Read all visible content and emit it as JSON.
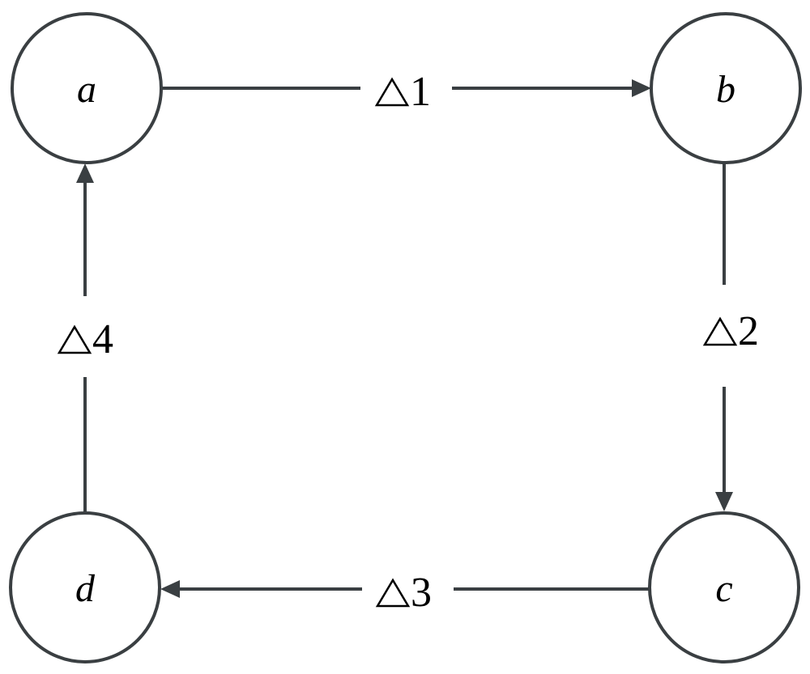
{
  "nodes": {
    "a": {
      "label": "a"
    },
    "b": {
      "label": "b"
    },
    "c": {
      "label": "c"
    },
    "d": {
      "label": "d"
    }
  },
  "edges": [
    {
      "from": "a",
      "to": "b",
      "label": "1"
    },
    {
      "from": "b",
      "to": "c",
      "label": "2"
    },
    {
      "from": "c",
      "to": "d",
      "label": "3"
    },
    {
      "from": "d",
      "to": "a",
      "label": "4"
    }
  ],
  "colors": {
    "stroke": "#3a3f42",
    "text": "#000000",
    "background": "#ffffff"
  }
}
